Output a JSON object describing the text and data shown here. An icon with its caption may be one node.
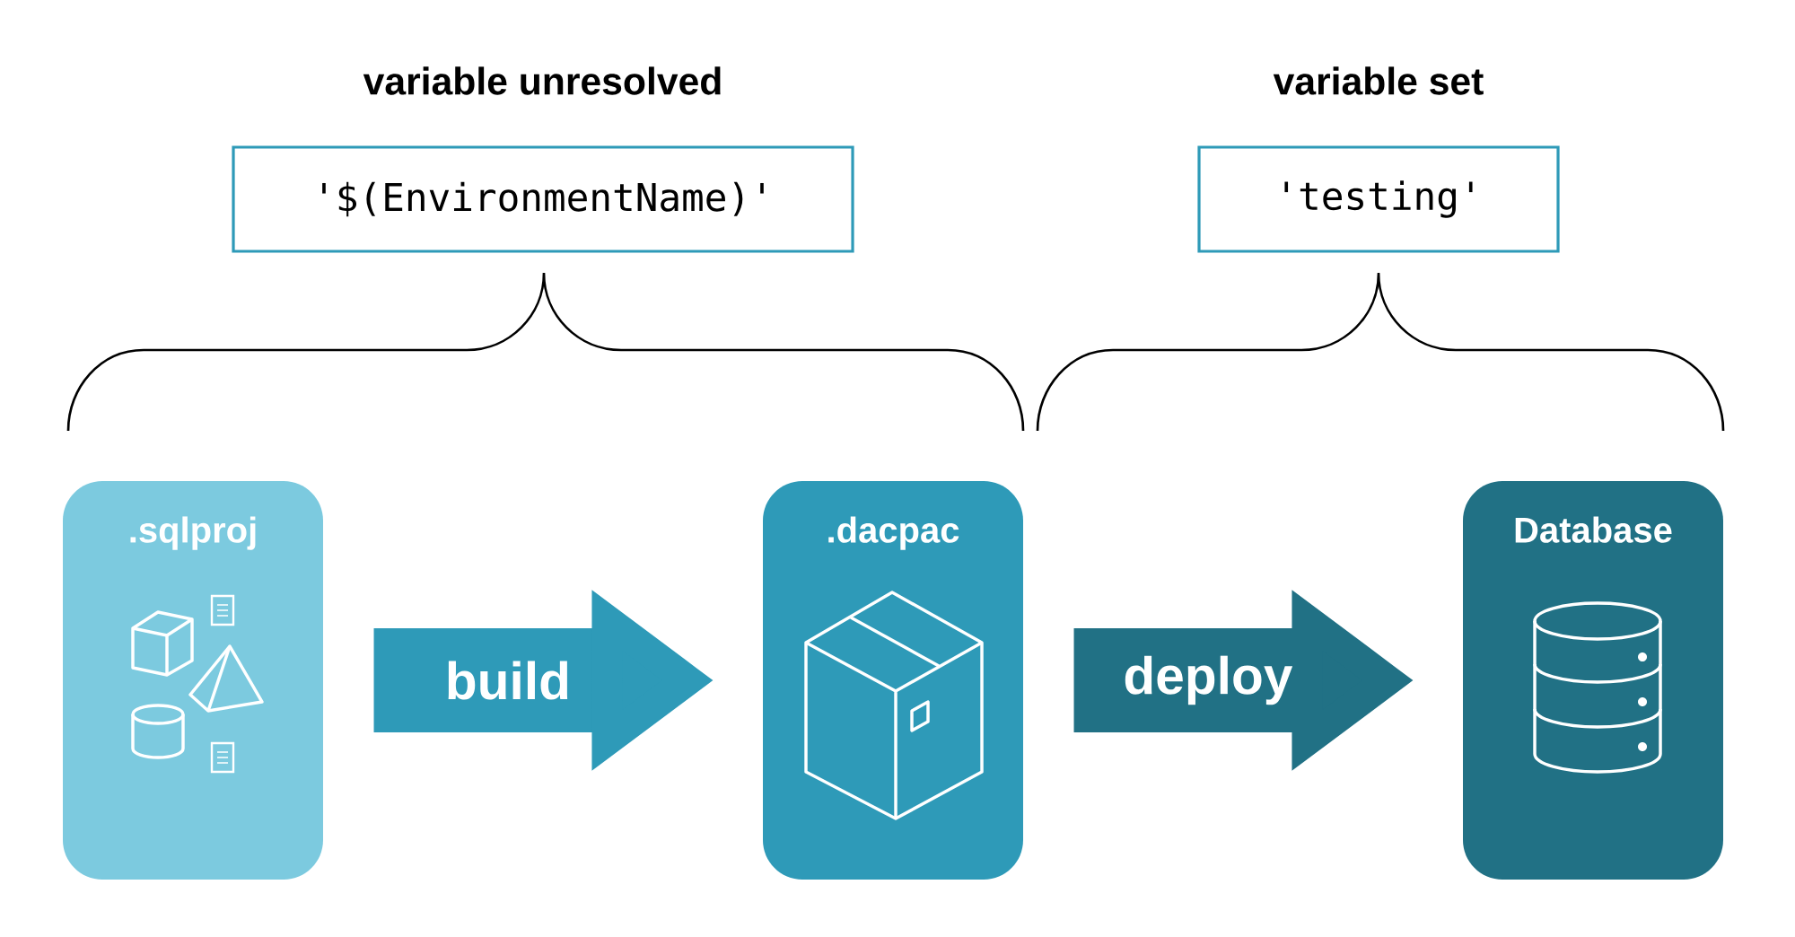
{
  "diagram": {
    "nodes": [
      {
        "text": [
          ".sqlproj"
        ]
      },
      {
        "text": [
          ".dacpac"
        ]
      },
      {
        "text": [
          "Database"
        ]
      },
      {
        "text": [
          "variable unresolved",
          "'$(EnvironmentName)'"
        ]
      },
      {
        "text": [
          "variable set",
          "'testing'"
        ]
      }
    ],
    "edges": [
      {
        "from": 0,
        "to": 1,
        "arrow": "to",
        "label": "build",
        "color": "#2e9ab8"
      },
      {
        "from": 1,
        "to": 2,
        "arrow": "to",
        "label": "deploy",
        "color": "#217185"
      }
    ]
  }
}
